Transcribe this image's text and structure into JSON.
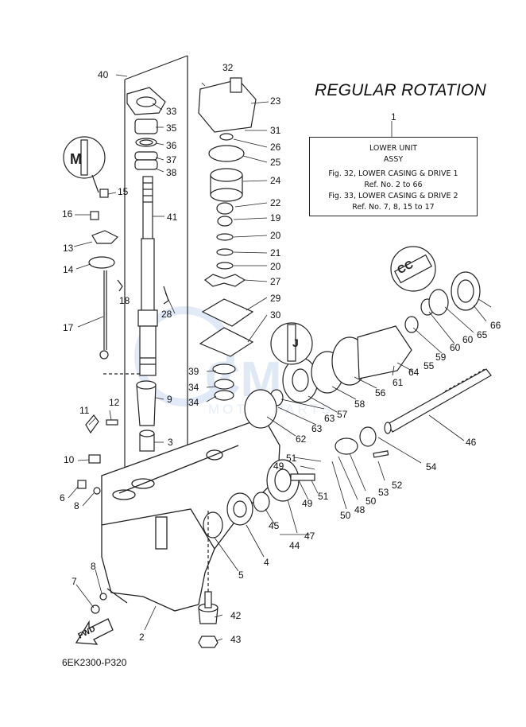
{
  "title": "REGULAR ROTATION",
  "legend": {
    "ref_number": "1",
    "line1": "LOWER UNIT",
    "line2": "ASSY",
    "line3": "Fig. 32, LOWER CASING & DRIVE 1",
    "line4": "Ref. No. 2 to 66",
    "line5": "Fig. 33, LOWER CASING & DRIVE 2",
    "line6": "Ref. No. 7, 8, 15 to 17"
  },
  "diagram_code": "6EK2300-P320",
  "fwd_label": "FWD",
  "watermark": {
    "main": "CMS",
    "sub": "MOTORPARTS"
  },
  "callouts": [
    "2",
    "3",
    "4",
    "5",
    "6",
    "7",
    "8",
    "8",
    "9",
    "10",
    "11",
    "12",
    "13",
    "14",
    "15",
    "16",
    "17",
    "18",
    "19",
    "20",
    "20",
    "21",
    "22",
    "23",
    "24",
    "25",
    "26",
    "27",
    "28",
    "29",
    "30",
    "31",
    "32",
    "33",
    "34",
    "34",
    "35",
    "36",
    "37",
    "38",
    "39",
    "40",
    "41",
    "42",
    "43",
    "44",
    "45",
    "46",
    "47",
    "48",
    "49",
    "49",
    "50",
    "50",
    "51",
    "51",
    "52",
    "53",
    "54",
    "55",
    "56",
    "57",
    "58",
    "59",
    "60",
    "60",
    "61",
    "62",
    "63",
    "63",
    "64",
    "65",
    "66"
  ]
}
